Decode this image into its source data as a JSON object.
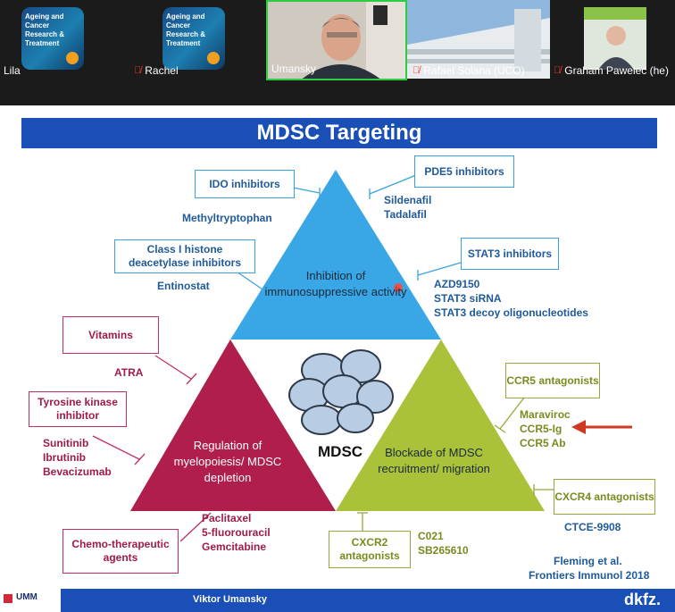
{
  "participants": [
    {
      "name": "Lila",
      "muted": false,
      "thumb_text": "Ageing and Cancer Research & Treatment"
    },
    {
      "name": "Rachel",
      "muted": true,
      "thumb_text": "Ageing and Cancer Research & Treatment"
    },
    {
      "name": "Umansky",
      "muted": false,
      "active": true
    },
    {
      "name": "Rafael Solana (UCO)",
      "muted": true
    },
    {
      "name": "Graham Pawelec (he)",
      "muted": true
    }
  ],
  "slide": {
    "title": "MDSC Targeting",
    "center_label": "MDSC",
    "top_triangle": "Inhibition of immunosuppressive activity",
    "left_triangle": "Regulation of myelopoiesis/ MDSC depletion",
    "right_triangle": "Blockade of MDSC recruitment/ migration",
    "ido": {
      "box": "IDO inhibitors",
      "drug": "Methyltryptophan"
    },
    "hdac": {
      "box": "Class I histone deacetylase inhibitors",
      "drug": "Entinostat"
    },
    "pde5": {
      "box": "PDE5 inhibitors",
      "drug1": "Sildenafil",
      "drug2": "Tadalafil"
    },
    "stat3": {
      "box": "STAT3 inhibitors",
      "drug1": "AZD9150",
      "drug2": "STAT3 siRNA",
      "drug3": "STAT3 decoy oligonucleotides"
    },
    "vitamins": {
      "box": "Vitamins",
      "drug": "ATRA"
    },
    "tki": {
      "box": "Tyrosine kinase inhibitor",
      "drug1": "Sunitinib",
      "drug2": "Ibrutinib",
      "drug3": "Bevacizumab"
    },
    "chemo": {
      "box": "Chemo-therapeutic agents",
      "drug1": "Paclitaxel",
      "drug2": "5-fluorouracil",
      "drug3": "Gemcitabine"
    },
    "ccr5": {
      "box": "CCR5 antagonists",
      "drug1": "Maraviroc",
      "drug2": "CCR5-Ig",
      "drug3": "CCR5 Ab"
    },
    "cxcr4": {
      "box": "CXCR4 antagonists",
      "drug": "CTCE-9908"
    },
    "cxcr2": {
      "box": "CXCR2 antagonists",
      "drug1": "C021",
      "drug2": "SB265610"
    },
    "citation": {
      "line1": "Fleming et al.",
      "line2": "Frontiers Immunol 2018"
    },
    "footer": {
      "logo": "UMM",
      "speaker": "Viktor Umansky",
      "brand": "dkfz."
    },
    "colors": {
      "banner": "#1a4fb8",
      "top": "#39a6e6",
      "left": "#b01f4c",
      "right": "#a9c23a",
      "arrow": "#d0391f"
    }
  }
}
